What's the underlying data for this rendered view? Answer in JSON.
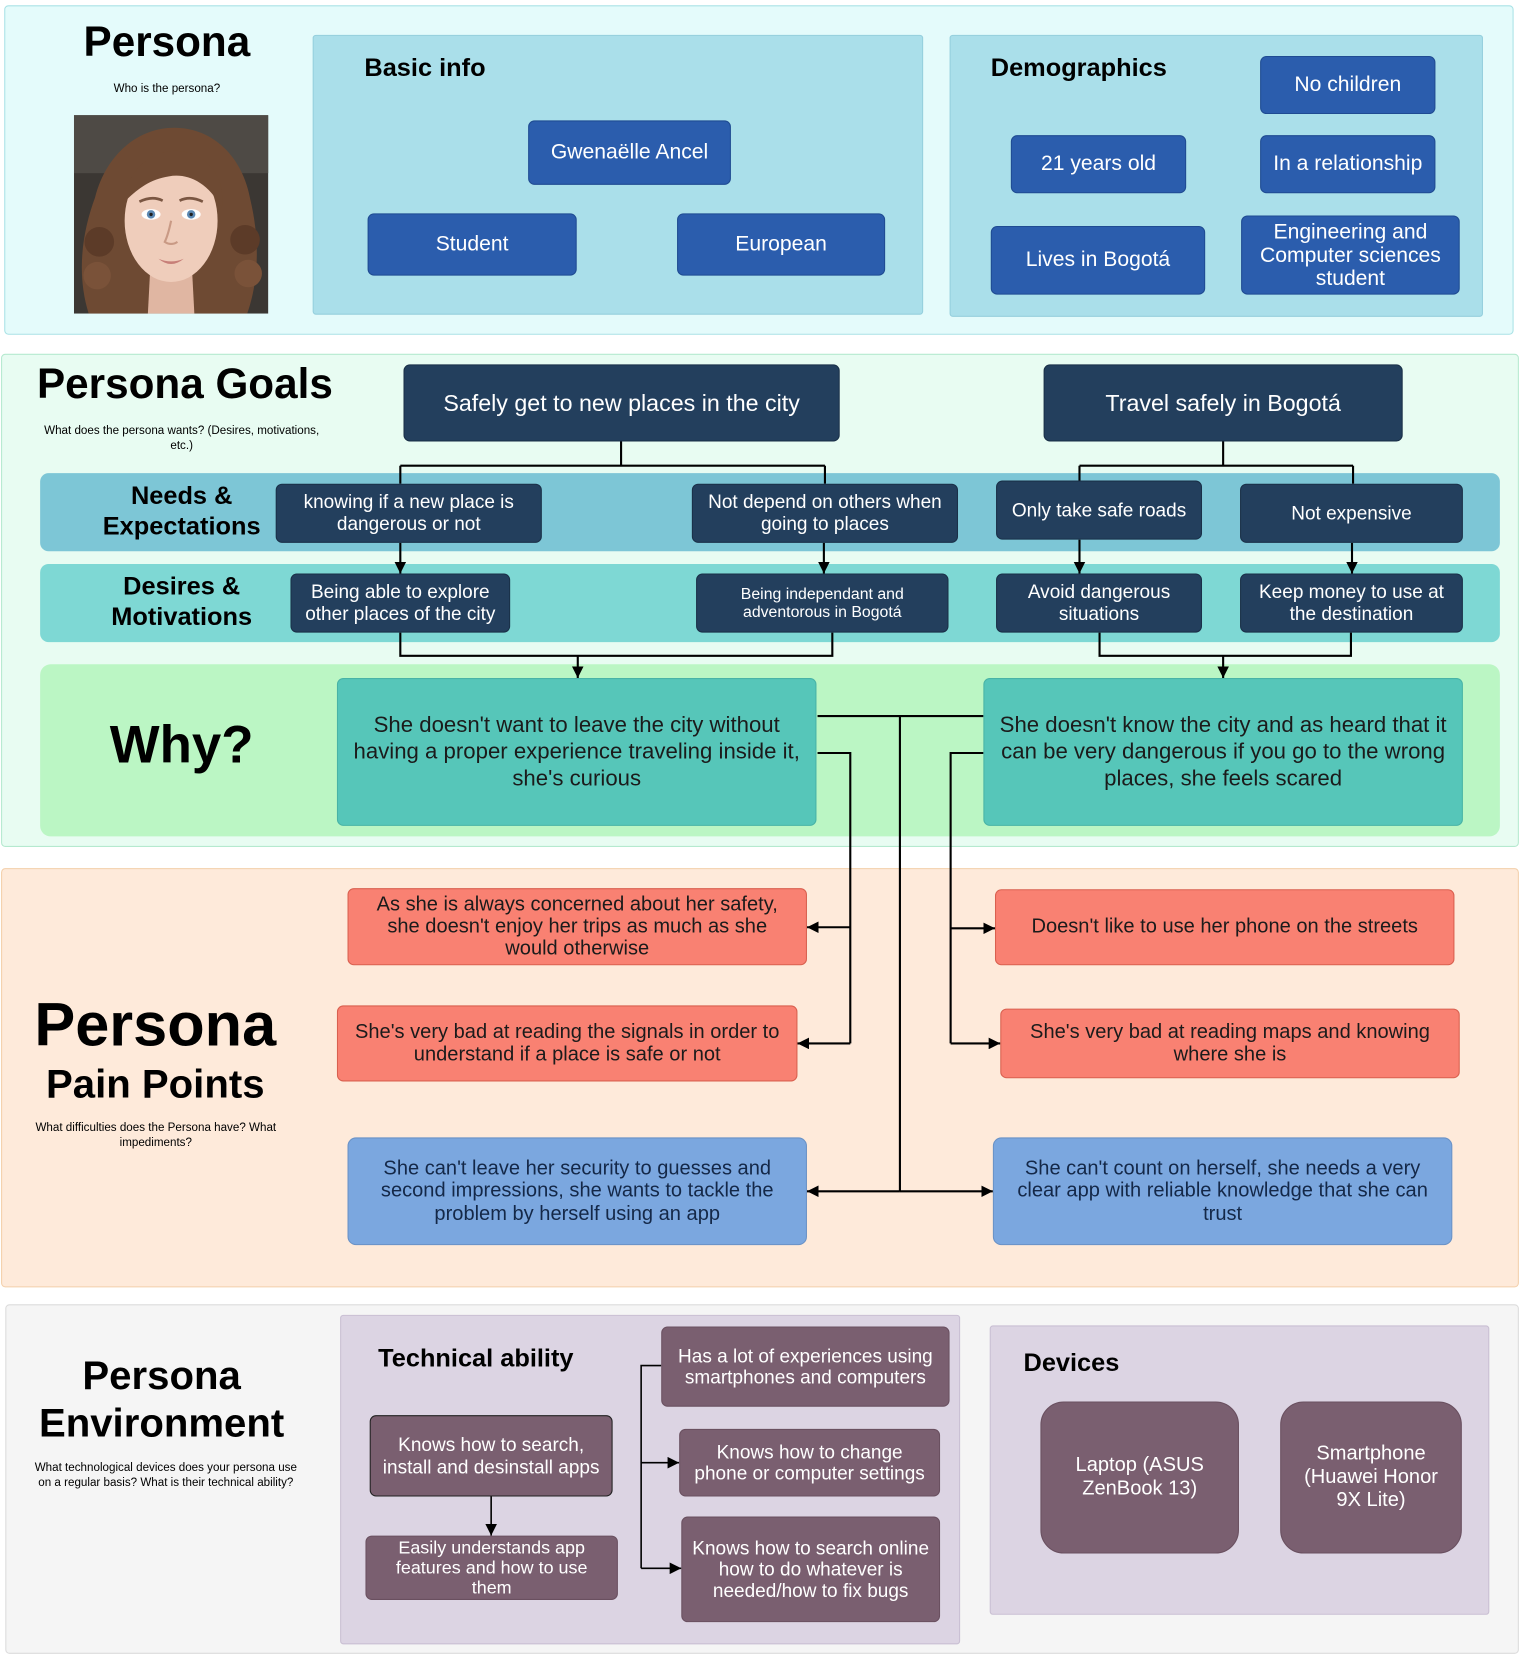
{
  "persona": {
    "title": "Persona",
    "subtitle": "Who is the persona?",
    "basic_info": {
      "title": "Basic info",
      "items": [
        "Gwenaëlle Ancel",
        "Student",
        "European"
      ]
    },
    "demographics": {
      "title": "Demographics",
      "items": [
        "No children",
        "21 years old",
        "In a relationship",
        "Lives in Bogotá",
        "Engineering and Computer sciences student"
      ]
    }
  },
  "goals": {
    "title": "Persona Goals",
    "subtitle": "What does the persona wants? (Desires,  motivations, etc.)",
    "main": [
      "Safely get to new places in the city",
      "Travel safely in Bogotá"
    ],
    "needs_label": "Needs & Expectations",
    "needs": [
      "knowing if a new place is dangerous or not",
      "Not depend on others when going to places",
      "Only take safe roads",
      "Not expensive"
    ],
    "desires_label": "Desires & Motivations",
    "desires": [
      "Being able to explore other places of the city",
      "Being independant and adventorous in Bogotá",
      "Avoid dangerous situations",
      "Keep money to use at the destination"
    ],
    "why_label": "Why?",
    "why": [
      "She doesn't want to leave the city without having a proper experience traveling inside it, she's curious",
      "She doesn't know the city and as heard that it can be very dangerous if you go to the wrong places, she feels scared"
    ]
  },
  "pain_points": {
    "title": "Persona",
    "title2": "Pain Points",
    "description": "What difficulties does the Persona have? What impediments?",
    "items": [
      "As she is always concerned about her safety, she doesn't enjoy her trips as much as she would otherwise",
      "She's very bad at reading the signals in order to understand if a place is safe or not",
      "She can't leave her security to guesses and second impressions, she wants to tackle the problem by herself using an app",
      "Doesn't like to use her phone on the streets",
      "She's very bad at reading maps and knowing where she is",
      "She can't count on herself, she needs a very clear app with reliable knowledge that she can trust"
    ]
  },
  "environment": {
    "title": "Persona",
    "title2": "Environment",
    "description": "What technological devices does your persona use on a regular basis? What is their technical ability?",
    "technical": {
      "title": "Technical ability",
      "items": [
        "Knows how to search, install and desinstall apps",
        "Easily understands app features and how to use them",
        "Has a lot of experiences using smartphones and computers",
        "Knows how to change phone or computer settings",
        "Knows how to search online how to do whatever is needed/how to fix bugs"
      ]
    },
    "devices": {
      "title": "Devices",
      "items": [
        "Laptop (ASUS ZenBook 13)",
        "Smartphone (Huawei Honor 9X Lite)"
      ]
    }
  },
  "colors": {
    "persona_section": "#e4fbfb",
    "info_panel": "#aadfea",
    "blue_box": "#2b5dad",
    "goals_section": "#e8fcf2",
    "navy_box": "#233f5d",
    "needs_band": "#7dc6d6",
    "desires_band": "#7ed8d4",
    "why_band": "#bbf6c4",
    "why_box": "#56c6b9",
    "pain_section": "#feeada",
    "pain_box": "#f98172",
    "solution_box": "#7ba7df",
    "environment_section": "#f5f5f5",
    "tech_panel": "#dcd4e3",
    "mauve_box": "#7a5f70"
  }
}
